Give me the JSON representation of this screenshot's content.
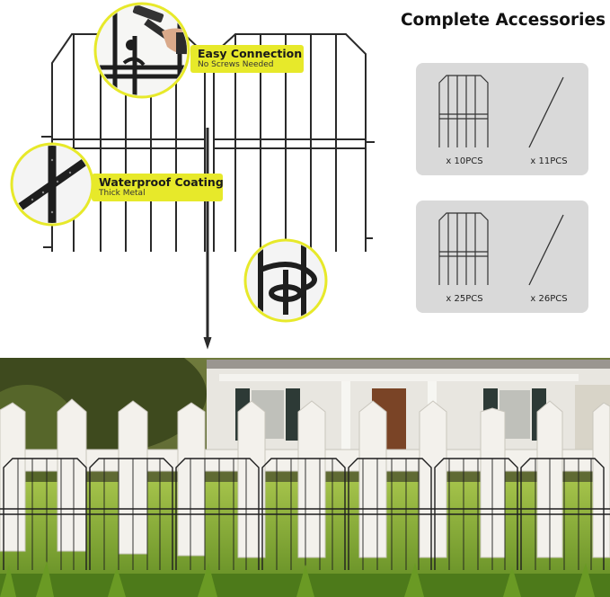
{
  "heading": "Complete Accessories",
  "callouts": {
    "easy": {
      "title": "Easy Connection",
      "subtitle": "No Screws Needed"
    },
    "waterproof": {
      "title": "Waterproof Coating",
      "subtitle": "Thick Metal"
    }
  },
  "accessories": [
    {
      "panel_qty": "x 10PCS",
      "stake_qty": "x 11PCS"
    },
    {
      "panel_qty": "x 25PCS",
      "stake_qty": "x 26PCS"
    }
  ],
  "icons": [
    "hammer-icon",
    "hand-icon",
    "fence-panel-icon",
    "stake-icon"
  ],
  "colors": {
    "badge": "#e7e92a",
    "badge_border": "#e7e92a",
    "card": "#d9d9d9",
    "metal": "#2a2a2a"
  }
}
